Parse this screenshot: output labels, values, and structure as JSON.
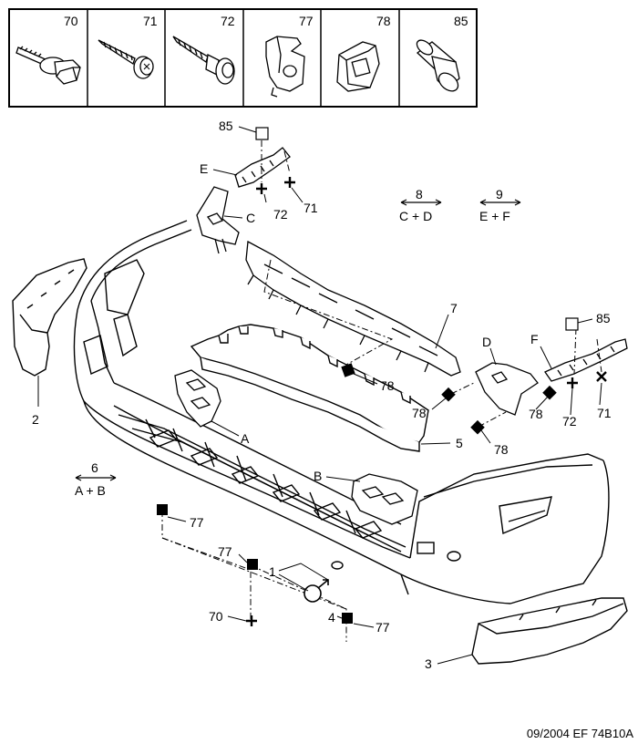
{
  "fastener_panel": {
    "items": [
      {
        "ref": "70",
        "kind": "bolt-with-washer"
      },
      {
        "ref": "71",
        "kind": "self-tapping-screw"
      },
      {
        "ref": "72",
        "kind": "screw-with-collar"
      },
      {
        "ref": "77",
        "kind": "clip-nut"
      },
      {
        "ref": "78",
        "kind": "grommet"
      },
      {
        "ref": "85",
        "kind": "plastic-plug"
      }
    ]
  },
  "callouts": {
    "p85a": "85",
    "pE": "E",
    "pC": "C",
    "p72a": "72",
    "p71a": "71",
    "p85b": "85",
    "pF": "F",
    "pD": "D",
    "p7": "7",
    "p78a": "78",
    "p78b": "78",
    "p78c": "78",
    "p78d": "78",
    "p72b": "72",
    "p71b": "71",
    "p2": "2",
    "pA": "A",
    "p5": "5",
    "pB": "B",
    "p77a": "77",
    "p77b": "77",
    "p1": "1",
    "p70": "70",
    "p4": "4",
    "p77c": "77",
    "p3": "3"
  },
  "kits": [
    {
      "number": "8",
      "contents": "C + D"
    },
    {
      "number": "9",
      "contents": "E + F"
    },
    {
      "number": "6",
      "contents": "A + B"
    }
  ],
  "footer": {
    "date": "09/2004",
    "reference": "EF 74B10A"
  },
  "colors": {
    "line": "#000000",
    "marker_fill": "#000000",
    "background": "#ffffff"
  }
}
